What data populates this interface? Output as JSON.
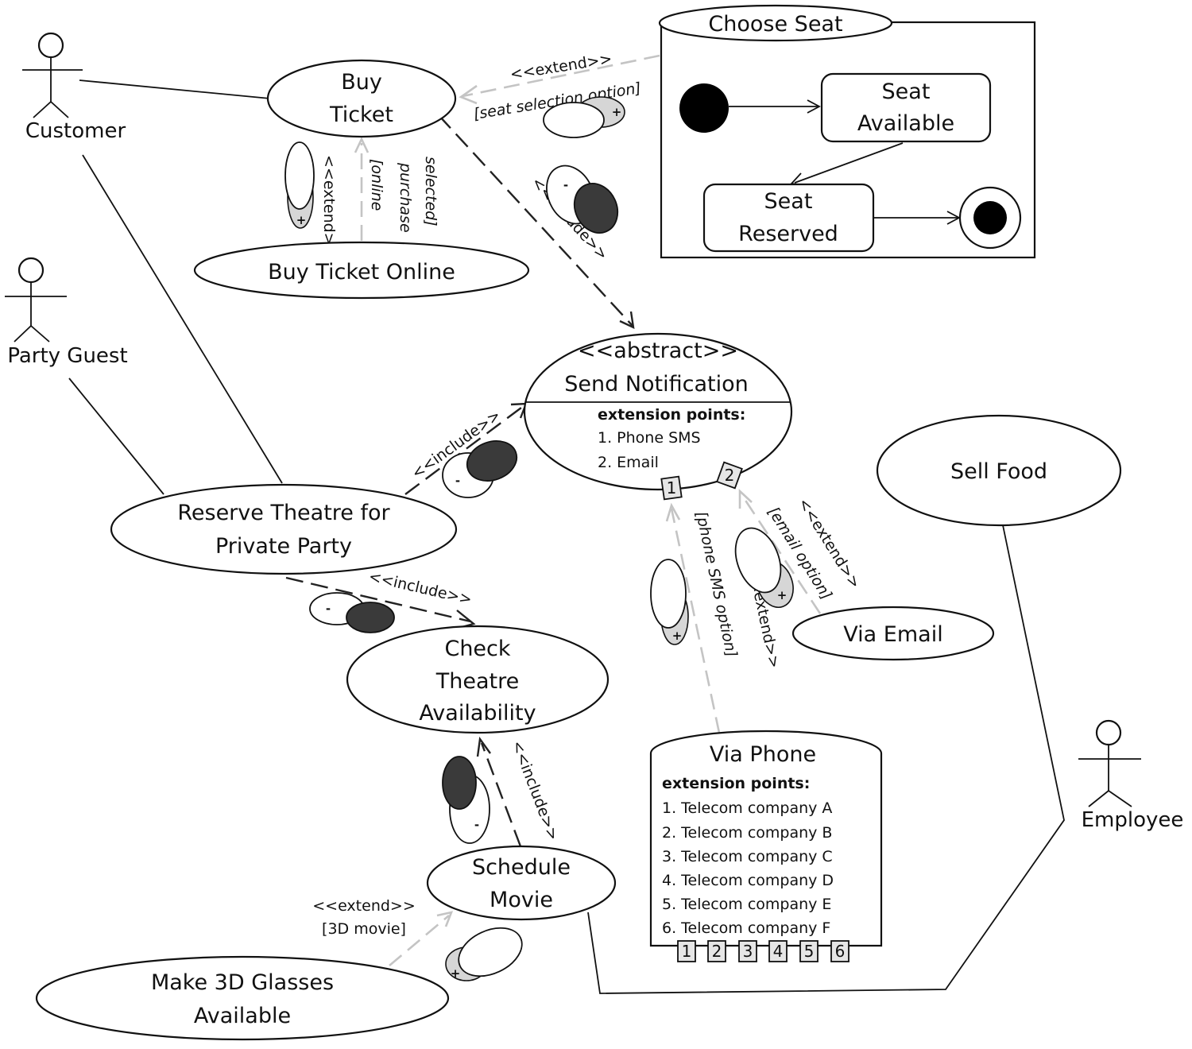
{
  "actors": {
    "customer": "Customer",
    "party_guest": "Party Guest",
    "employee": "Employee"
  },
  "use_cases": {
    "buy_ticket": [
      "Buy",
      "Ticket"
    ],
    "buy_ticket_online": "Buy Ticket Online",
    "send_notification": {
      "stereotype": "<<abstract>>",
      "name": "Send Notification",
      "extension_points_title": "extension points:",
      "extension_points": [
        "1. Phone SMS",
        "2. Email"
      ],
      "ports": [
        "1",
        "2"
      ]
    },
    "sell_food": "Sell Food",
    "reserve_theatre": [
      "Reserve Theatre for",
      "Private Party"
    ],
    "check_theatre": [
      "Check",
      "Theatre",
      "Availability"
    ],
    "via_email": "Via Email",
    "via_phone": {
      "name": "Via Phone",
      "extension_points_title": "extension points:",
      "extension_points": [
        "1. Telecom company A",
        "2. Telecom company B",
        "3. Telecom company C",
        "4. Telecom company D",
        "5. Telecom company E",
        "6. Telecom company F"
      ],
      "ports": [
        "1",
        "2",
        "3",
        "4",
        "5",
        "6"
      ]
    },
    "schedule_movie": [
      "Schedule",
      "Movie"
    ],
    "make_3d_glasses": [
      "Make 3D Glasses",
      "Available"
    ]
  },
  "state_machine": {
    "title": "Choose Seat",
    "seat_available": [
      "Seat",
      "Available"
    ],
    "seat_reserved": [
      "Seat",
      "Reserved"
    ]
  },
  "relations": {
    "extend_seat": {
      "stereotype": "<<extend>>",
      "guard": "[seat selection option]"
    },
    "extend_online": {
      "stereotype": "<<extend>>",
      "guard": [
        "[online",
        "purchase",
        "selected]"
      ]
    },
    "include_buy_notify": "<<include>>",
    "include_reserve_notify": "<<include>>",
    "include_reserve_check": "<<include>>",
    "include_schedule_check": "<<include>>",
    "extend_phone": {
      "stereotype": "<<extend>>",
      "guard": "[phone SMS option]"
    },
    "extend_email": {
      "stereotype": "<<extend>>",
      "guard": "[email option]"
    },
    "extend_3d": {
      "stereotype": "<<extend>>",
      "guard": "[3D movie]"
    }
  },
  "glyph_signs": {
    "plus": "+",
    "minus": "-"
  },
  "colors": {
    "line": "#111111",
    "extend_line": "#c4c4c4",
    "include_line": "#222222",
    "filled_glyph": "#3a3a3a",
    "port_fill": "#e6e6e6"
  }
}
